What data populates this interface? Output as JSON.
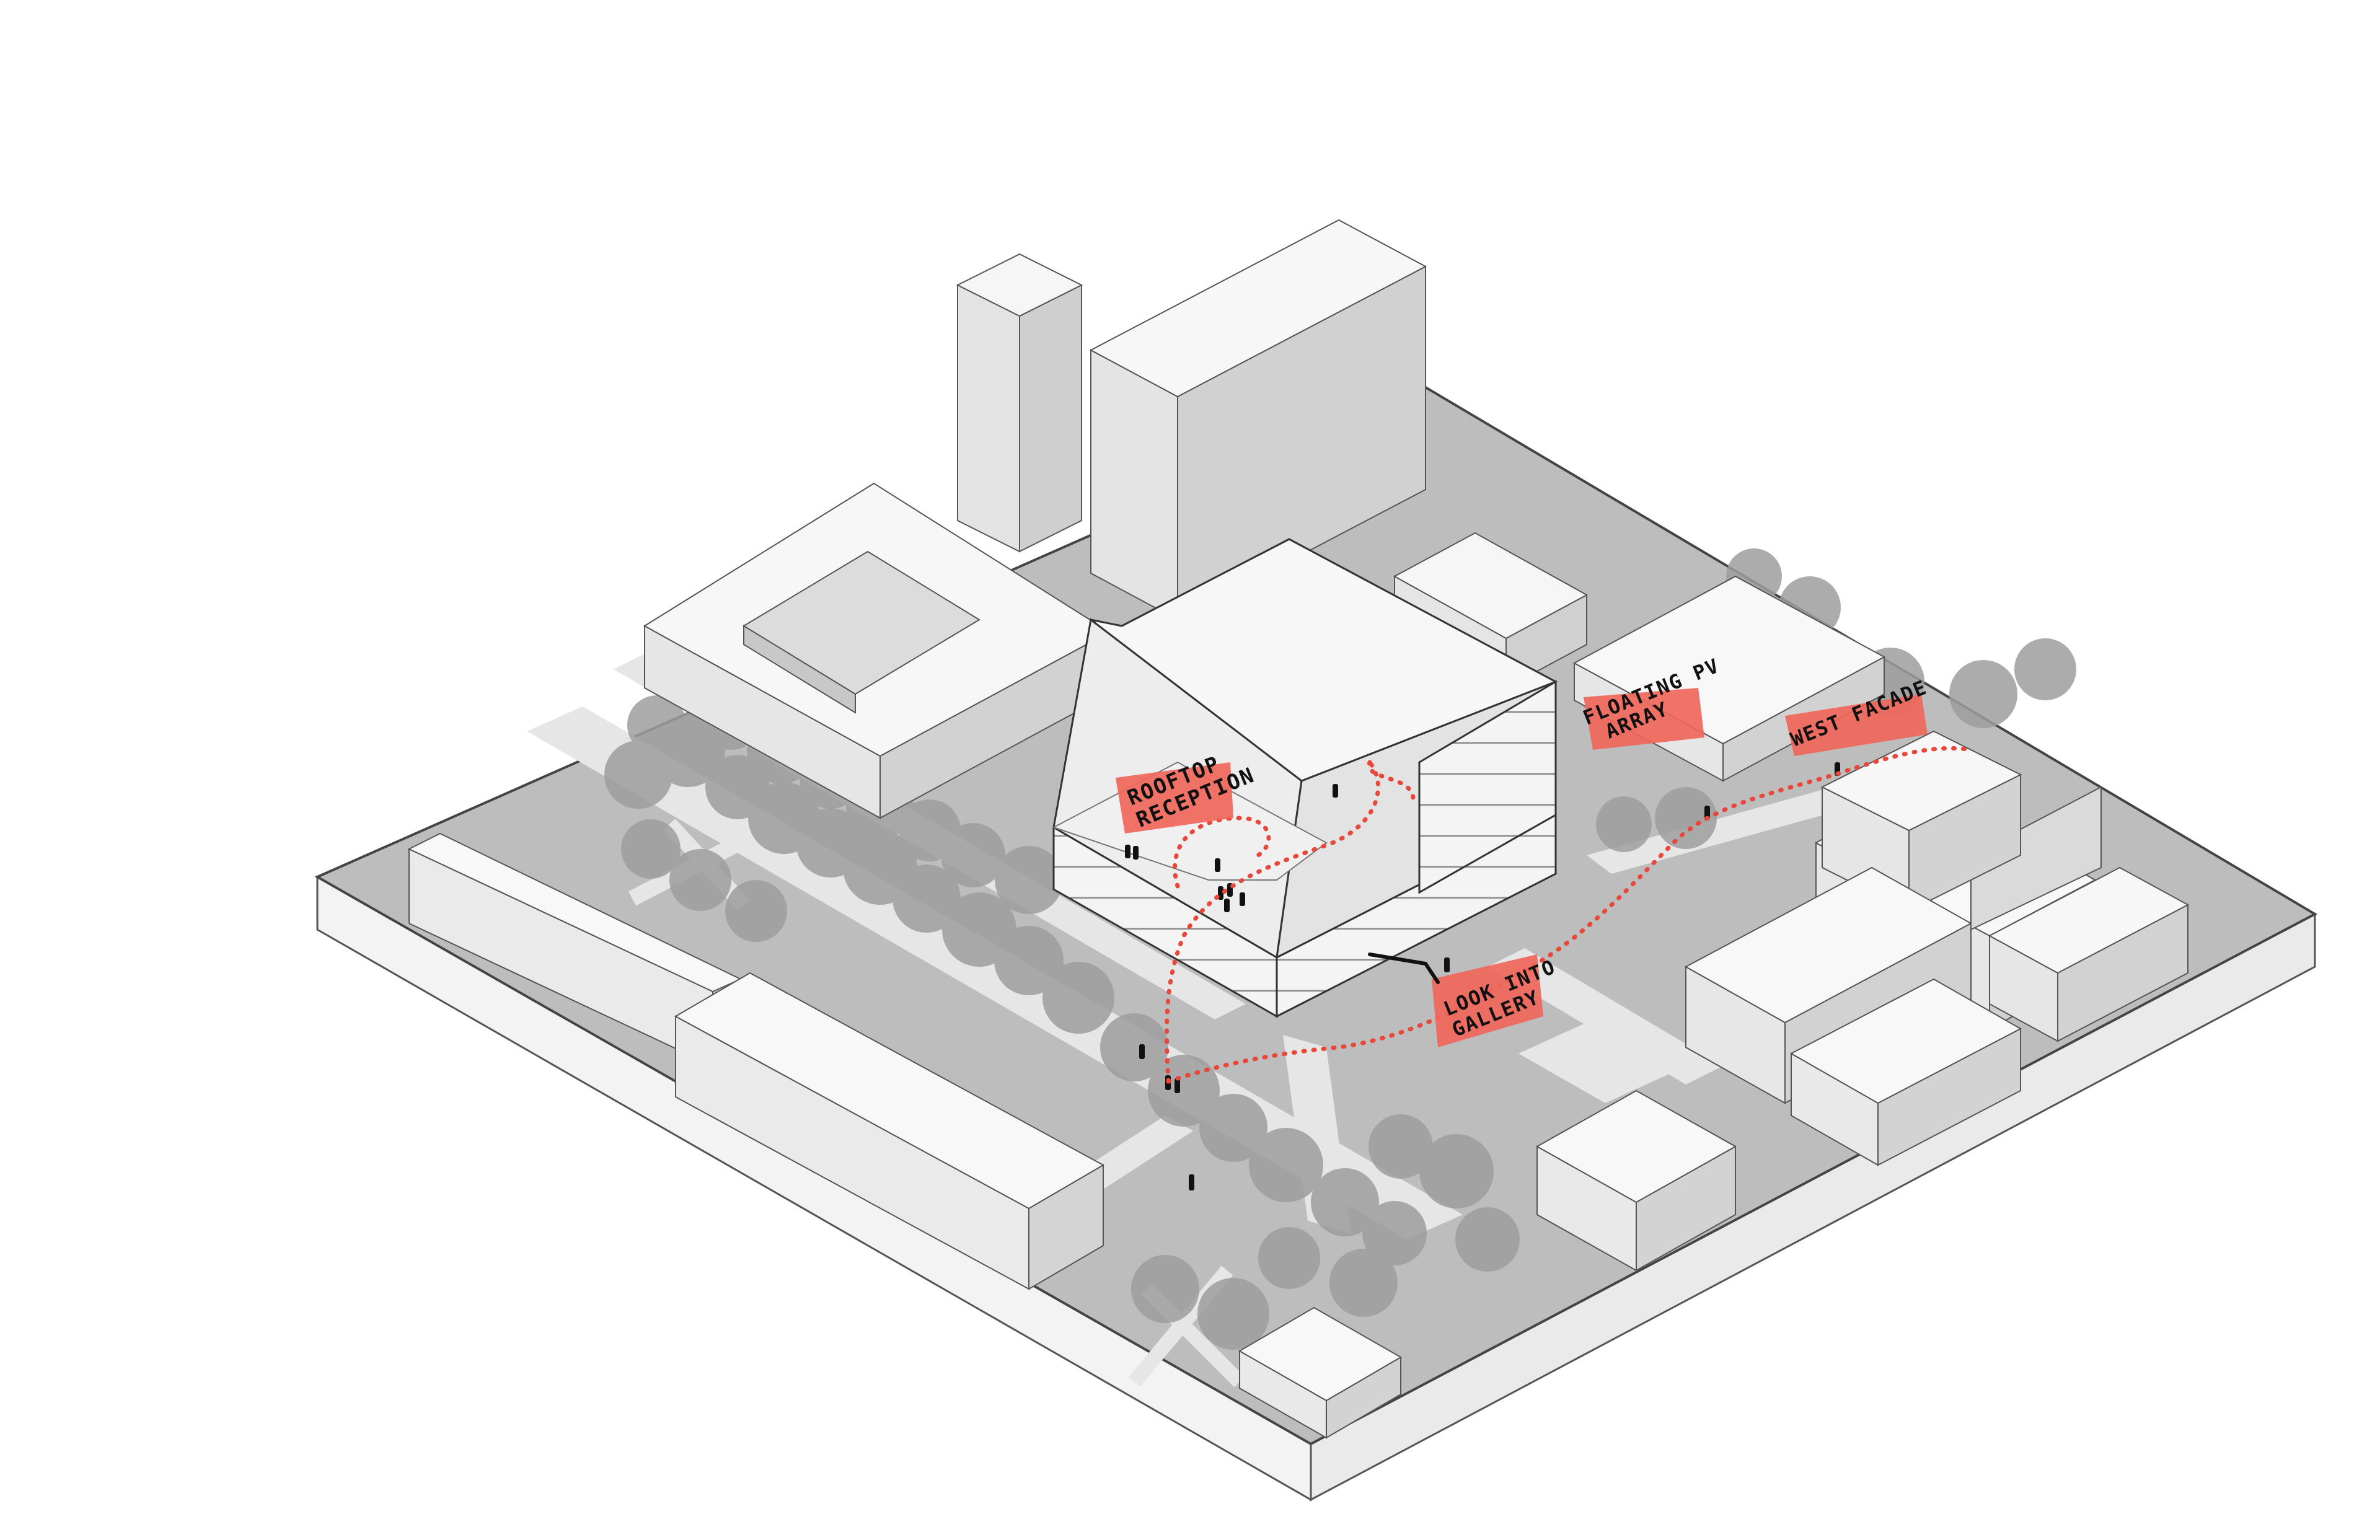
{
  "diagram": {
    "annotations": [
      {
        "id": "rooftop-reception",
        "lines": [
          "ROOFTOP",
          "RECEPTION"
        ]
      },
      {
        "id": "floating-pv-array",
        "lines": [
          "FLOATING PV",
          "ARRAY"
        ]
      },
      {
        "id": "west-facade",
        "lines": [
          "WEST FACADE"
        ]
      },
      {
        "id": "look-into-gallery",
        "lines": [
          "LOOK INTO",
          "GALLERY"
        ]
      }
    ]
  },
  "colors": {
    "highlight": "#f0665a",
    "path_dots": "#e8473a",
    "ground": "#b9b9b9",
    "plinth": "#f2f2f2",
    "building_top": "#f7f7f7",
    "building_side_light": "#e4e4e4",
    "building_side_dark": "#cfcfcf",
    "tree": "#9a9a9a",
    "outline": "#4a4a4a"
  }
}
